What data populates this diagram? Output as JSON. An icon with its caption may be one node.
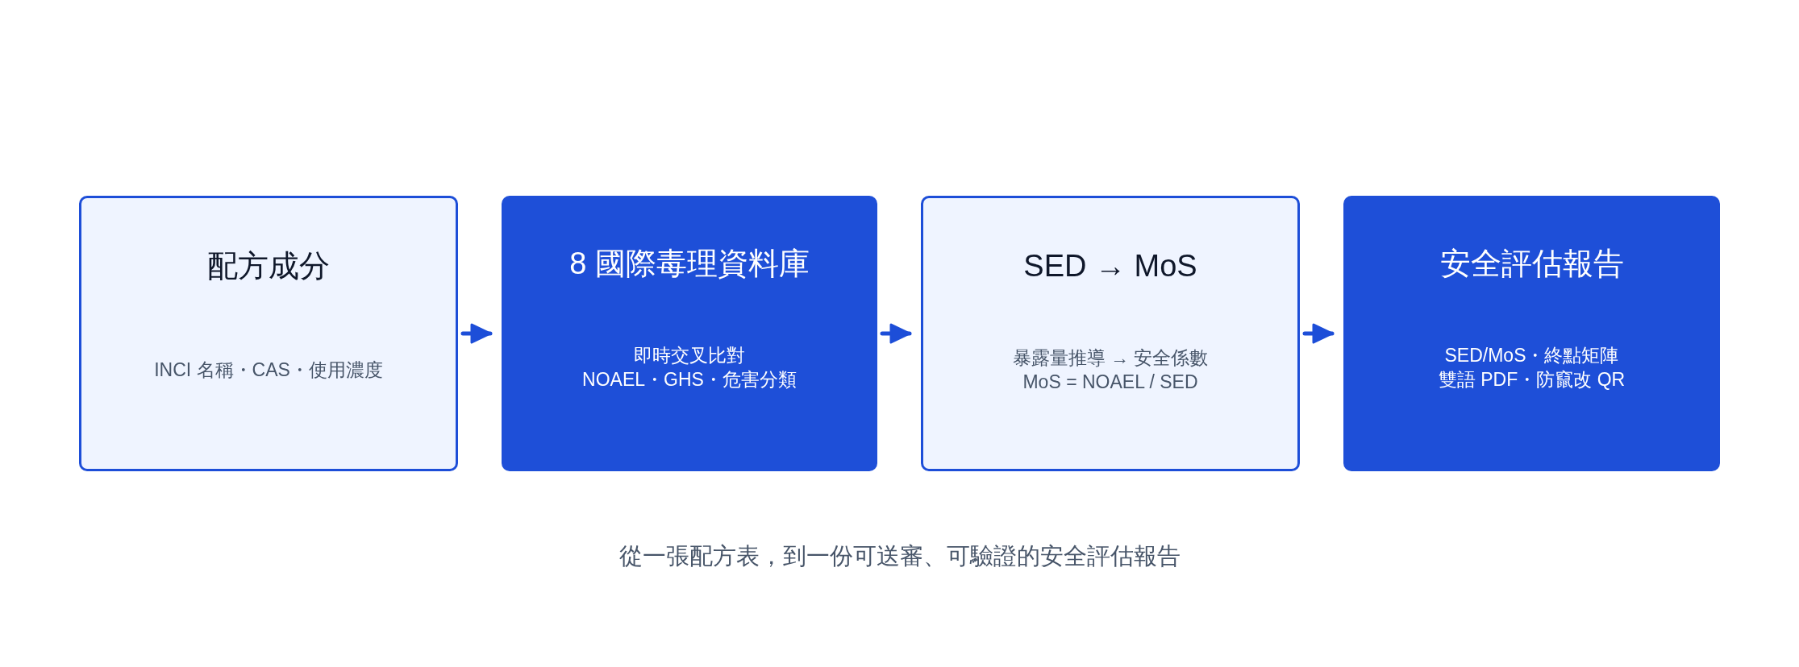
{
  "diagram": {
    "caption": "從一張配方表，到一份可送審、可驗證的安全評估報告",
    "nodes": [
      {
        "text": [
          "配方成分",
          "INCI 名稱・CAS・使用濃度"
        ]
      },
      {
        "text": [
          "8 國際毒理資料庫",
          "即時交叉比對",
          "NOAEL・GHS・危害分類"
        ]
      },
      {
        "text": [
          "SED → MoS",
          "暴露量推導 → 安全係數",
          "MoS = NOAEL / SED"
        ]
      },
      {
        "text": [
          "安全評估報告",
          "SED/MoS・終點矩陣",
          "雙語 PDF・防竄改 QR"
        ]
      }
    ],
    "edges": [
      {
        "from": 0,
        "to": 1,
        "arrow": "to"
      },
      {
        "from": 1,
        "to": 2,
        "arrow": "to"
      },
      {
        "from": 2,
        "to": 3,
        "arrow": "to"
      }
    ]
  }
}
